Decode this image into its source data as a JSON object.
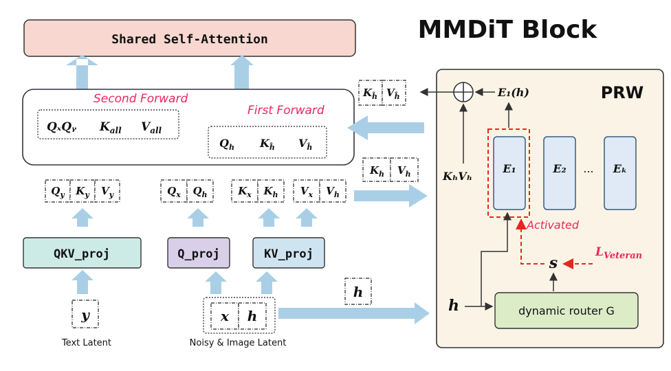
{
  "title": "MMDiT Block",
  "attention_label": "Shared Self-Attention",
  "second_forward": "Second Forward",
  "first_forward": "First Forward",
  "second_group": {
    "qq": "QₓQᵧ",
    "k": "K",
    "k_sub": "all",
    "v": "V",
    "v_sub": "all"
  },
  "first_group": {
    "q": "Q",
    "q_sub": "h",
    "k": "K",
    "k_sub": "ĥ",
    "v": "V",
    "v_sub": "ĥ"
  },
  "kv_hat": {
    "k": "K",
    "k_sub": "ĥ",
    "v": "V",
    "v_sub": "ĥ"
  },
  "kv_h": {
    "k": "K",
    "k_sub": "h",
    "v": "V",
    "v_sub": "h"
  },
  "tokens_y": [
    {
      "base": "Q",
      "sub": "y"
    },
    {
      "base": "K",
      "sub": "y"
    },
    {
      "base": "V",
      "sub": "y"
    }
  ],
  "tokens_q": [
    {
      "base": "Q",
      "sub": "x"
    },
    {
      "base": "Q",
      "sub": "h"
    }
  ],
  "tokens_k": [
    {
      "base": "K",
      "sub": "x"
    },
    {
      "base": "K",
      "sub": "h"
    }
  ],
  "tokens_v": [
    {
      "base": "V",
      "sub": "x"
    },
    {
      "base": "V",
      "sub": "h"
    }
  ],
  "proj": {
    "qkv": "QKV_proj",
    "q": "Q_proj",
    "kv": "KV_proj"
  },
  "inputs": {
    "y": "y",
    "x": "x",
    "h": "h",
    "h_side": "h"
  },
  "captions": {
    "text_latent": "Text Latent",
    "noisy_image_latent": "Noisy & Image Latent"
  },
  "prw": {
    "title": "PRW",
    "e1h": "E₁(h)",
    "kh_vh": "KₕVₕ",
    "experts": [
      "E₁",
      "E₂",
      "Eₖ"
    ],
    "ellipsis": "...",
    "activated": "Activated",
    "s": "s",
    "l_veteran": "L",
    "l_veteran_sub": "Veteran",
    "h": "h",
    "router": "dynamic router G"
  },
  "colors": {
    "attention_fill": "#f7d7cf",
    "qkv_fill": "#cdebe6",
    "q_fill": "#d9cfe9",
    "kv_fill": "#cfe4f1",
    "router_fill": "#dbecc7",
    "prw_fill": "#fbf4e6",
    "expert_fill": "#dfeaf6",
    "arrow": "#a9cfe6",
    "accent": "#e8275f",
    "dash_red": "#e8261e"
  }
}
